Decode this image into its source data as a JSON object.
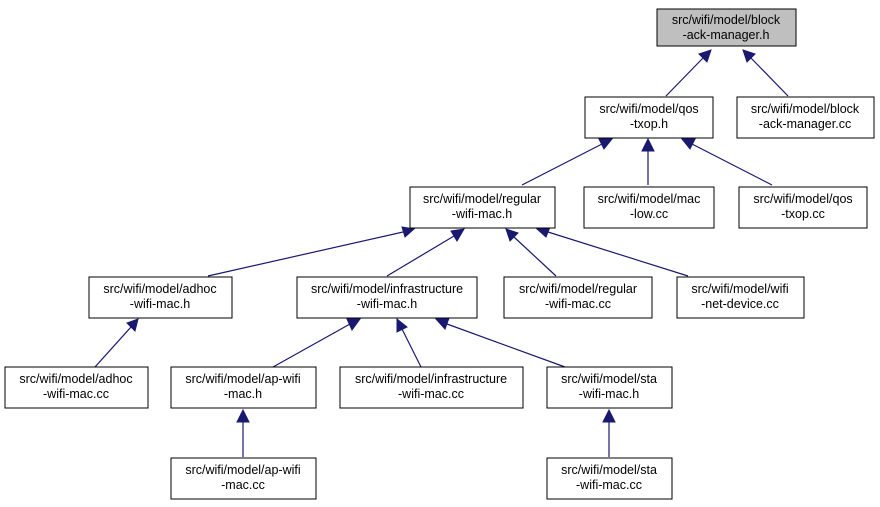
{
  "nodes": {
    "block_ack_manager_h": {
      "line1": "src/wifi/model/block",
      "line2": "-ack-manager.h"
    },
    "qos_txop_h": {
      "line1": "src/wifi/model/qos",
      "line2": "-txop.h"
    },
    "block_ack_manager_cc": {
      "line1": "src/wifi/model/block",
      "line2": "-ack-manager.cc"
    },
    "regular_wifi_mac_h": {
      "line1": "src/wifi/model/regular",
      "line2": "-wifi-mac.h"
    },
    "mac_low_cc": {
      "line1": "src/wifi/model/mac",
      "line2": "-low.cc"
    },
    "qos_txop_cc": {
      "line1": "src/wifi/model/qos",
      "line2": "-txop.cc"
    },
    "adhoc_wifi_mac_h": {
      "line1": "src/wifi/model/adhoc",
      "line2": "-wifi-mac.h"
    },
    "infrastructure_wifi_mac_h": {
      "line1": "src/wifi/model/infrastructure",
      "line2": "-wifi-mac.h"
    },
    "regular_wifi_mac_cc": {
      "line1": "src/wifi/model/regular",
      "line2": "-wifi-mac.cc"
    },
    "wifi_net_device_cc": {
      "line1": "src/wifi/model/wifi",
      "line2": "-net-device.cc"
    },
    "adhoc_wifi_mac_cc": {
      "line1": "src/wifi/model/adhoc",
      "line2": "-wifi-mac.cc"
    },
    "ap_wifi_mac_h": {
      "line1": "src/wifi/model/ap-wifi",
      "line2": "-mac.h"
    },
    "infrastructure_wifi_mac_cc": {
      "line1": "src/wifi/model/infrastructure",
      "line2": "-wifi-mac.cc"
    },
    "sta_wifi_mac_h": {
      "line1": "src/wifi/model/sta",
      "line2": "-wifi-mac.h"
    },
    "ap_wifi_mac_cc": {
      "line1": "src/wifi/model/ap-wifi",
      "line2": "-mac.cc"
    },
    "sta_wifi_mac_cc": {
      "line1": "src/wifi/model/sta",
      "line2": "-wifi-mac.cc"
    }
  },
  "colors": {
    "highlight_fill": "#bfbfbf",
    "node_fill": "#ffffff",
    "node_border": "#000000",
    "edge": "#191970"
  }
}
